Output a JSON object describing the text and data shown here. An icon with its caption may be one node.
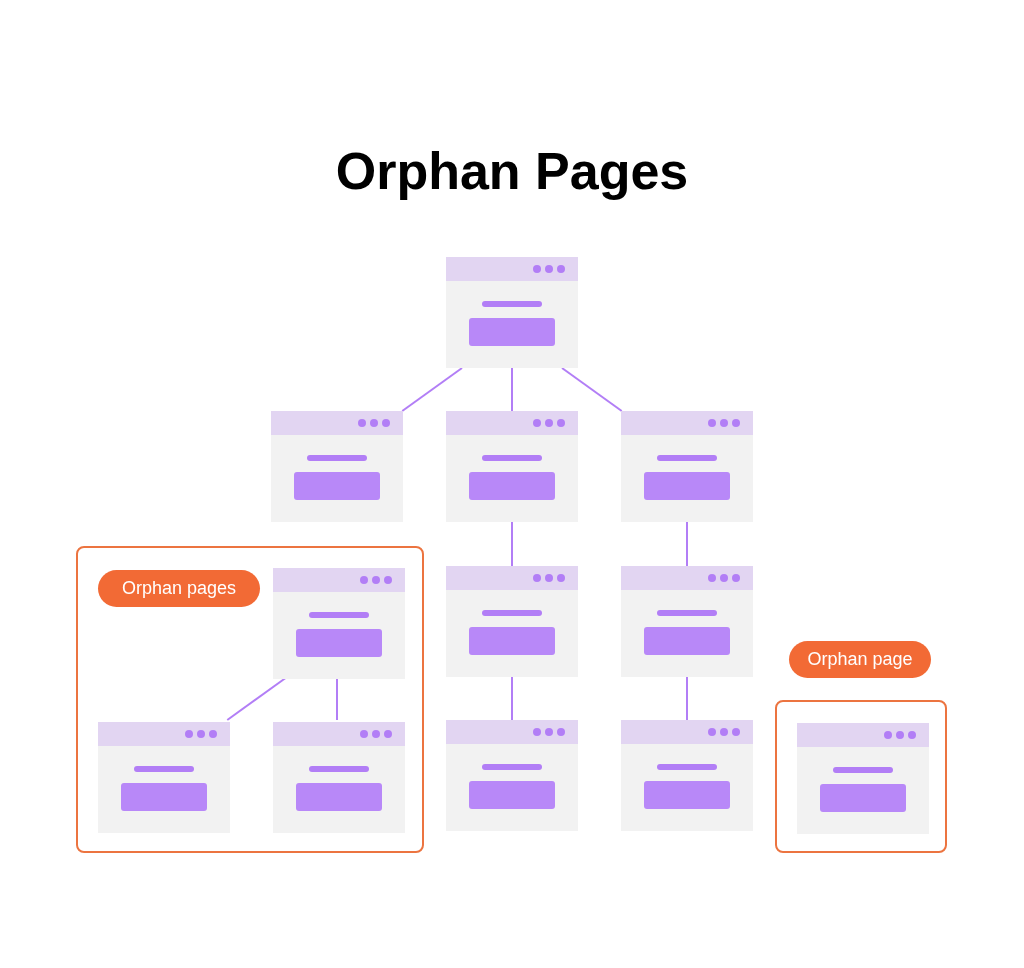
{
  "diagram": {
    "title": "Orphan Pages",
    "nodes": [
      {
        "text": [],
        "shape": "box"
      },
      {
        "text": [],
        "shape": "box"
      },
      {
        "text": [],
        "shape": "box"
      },
      {
        "text": [],
        "shape": "box"
      },
      {
        "text": [],
        "shape": "box"
      },
      {
        "text": [
          "Orphan pages"
        ],
        "in": 4
      },
      {
        "text": [],
        "shape": "box",
        "in": 4
      },
      {
        "text": [],
        "shape": "box"
      },
      {
        "text": [],
        "shape": "box"
      },
      {
        "text": [],
        "shape": "box",
        "in": 4
      },
      {
        "text": [],
        "shape": "box",
        "in": 4
      },
      {
        "text": [],
        "shape": "box"
      },
      {
        "text": [],
        "shape": "box"
      },
      {
        "text": [
          "Orphan page"
        ]
      },
      {
        "text": [],
        "shape": "box"
      },
      {
        "text": [],
        "shape": "box",
        "in": 14
      }
    ],
    "edges": [
      {
        "from": 0,
        "to": 1,
        "arrow": "none"
      },
      {
        "from": 0,
        "to": 2,
        "arrow": "none"
      },
      {
        "from": 0,
        "to": 3,
        "arrow": "none"
      },
      {
        "from": 2,
        "to": 7,
        "arrow": "none"
      },
      {
        "from": 7,
        "to": 11,
        "arrow": "none"
      },
      {
        "from": 3,
        "to": 8,
        "arrow": "none"
      },
      {
        "from": 8,
        "to": 12,
        "arrow": "none"
      },
      {
        "from": 6,
        "to": 9,
        "arrow": "none"
      },
      {
        "from": 6,
        "to": 10,
        "arrow": "none"
      }
    ]
  }
}
